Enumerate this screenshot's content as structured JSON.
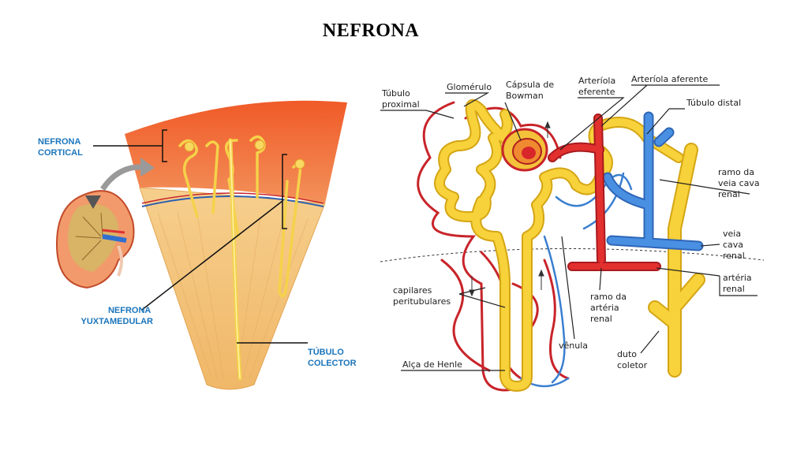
{
  "title": "NEFRONA",
  "left_diagram": {
    "nefrona_cortical": [
      "NEFRONA",
      "CORTICAL"
    ],
    "nefrona_yuxtamedular": [
      "NEFRONA",
      "YUXTAMEDULAR"
    ],
    "tubulo_colector": [
      "TÚBULO",
      "COLECTOR"
    ]
  },
  "right_diagram": {
    "tubulo_proximal": [
      "Túbulo",
      "proximal"
    ],
    "glomerulo": "Glomérulo",
    "capsula_bowman": [
      "Cápsula de",
      "Bowman"
    ],
    "arteriola_eferente": [
      "Arteríola",
      "eferente"
    ],
    "arteriola_aferente": "Arteríola aferente",
    "tubulo_distal": "Túbulo distal",
    "ramo_veia_cava": [
      "ramo da",
      "veia cava",
      "renal"
    ],
    "veia_cava_renal": [
      "veia",
      "cava",
      "renal"
    ],
    "arteria_renal": [
      "artéria",
      "renal"
    ],
    "ramo_arteria_renal": [
      "ramo da",
      "artéria",
      "renal"
    ],
    "capilares_peritubulares": [
      "capilares",
      "peritubulares"
    ],
    "venula": "vênula",
    "alca_henle": "Alça de Henle",
    "duto_coletor": [
      "duto",
      "coletor"
    ]
  },
  "colors": {
    "tubule_yellow": "#f7d23a",
    "tubule_outline": "#d4a514",
    "artery_red": "#d8262b",
    "vein_blue": "#3a7fd0",
    "cortex_orange": "#ec6a2c",
    "medulla_tan": "#f3c37e",
    "label_blue": "#1b75bb"
  }
}
